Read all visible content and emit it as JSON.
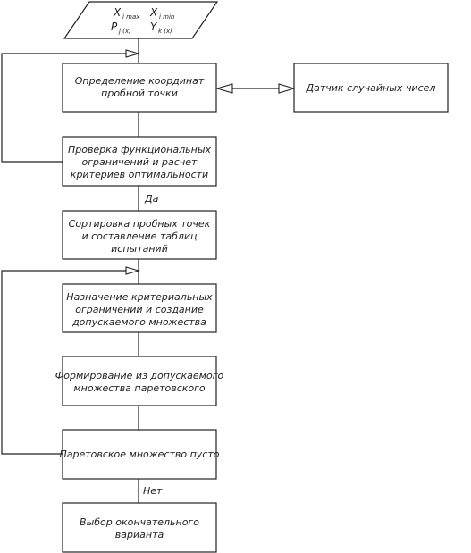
{
  "io_block": {
    "x_max": "X",
    "x_max_sub": "i max",
    "x_min": "X",
    "x_min_sub": "i min",
    "p": "P",
    "p_sub": "j (x)",
    "y": "Y",
    "y_sub": "k (x)"
  },
  "nodes": {
    "coords": [
      "Определение координат",
      "пробной точки"
    ],
    "rng": [
      "Датчик случайных чисел"
    ],
    "check": [
      "Проверка функциональных",
      "ограничений и расчет",
      "критериев оптимальности"
    ],
    "sort": [
      "Сортировка пробных точек",
      "и составление таблиц",
      "испытаний"
    ],
    "assign": [
      "Назначение критериальных",
      "ограничений и создание",
      "допускаемого множества"
    ],
    "form": [
      "Формирование из допускаемого",
      "множества паретовского"
    ],
    "empty": [
      "Паретовское множество пусто"
    ],
    "choice": [
      "Выбор окончательного",
      "варианта"
    ]
  },
  "edge_labels": {
    "yes": "Да",
    "no": "Нет"
  }
}
